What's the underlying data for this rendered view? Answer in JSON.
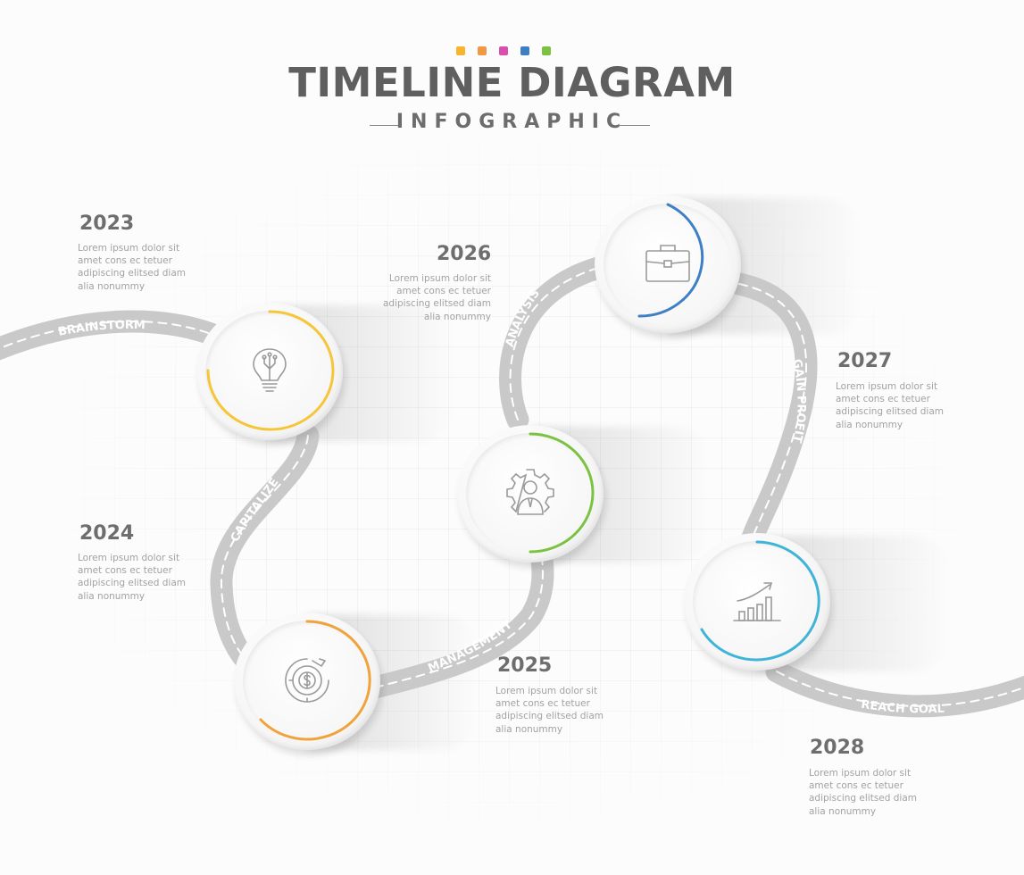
{
  "header": {
    "title": "TIMELINE DIAGRAM",
    "subtitle": "INFOGRAPHIC",
    "dot_colors": [
      "#f7b42c",
      "#ef9a43",
      "#d94fb0",
      "#3d7fc2",
      "#7cc242"
    ]
  },
  "road_labels": {
    "brainstorm": "BRAINSTORM",
    "capitalize": "CAPITALIZE",
    "management": "MANAGEMENT",
    "analysis": "ANALYSIS",
    "gain_profit": "GAIN PROFIT",
    "reach_goal": "REACH GOAL"
  },
  "milestones": [
    {
      "year": "2023",
      "text": "Lorem ipsum dolor sit\namet cons ec tetuer\nadipiscing elitsed diam\nalia nonummy",
      "icon": "lightbulb-icon",
      "color": "#f5c53a"
    },
    {
      "year": "2024",
      "text": "Lorem ipsum dolor sit\namet cons ec tetuer\nadipiscing elitsed diam\nalia nonummy",
      "icon": "dollar-chart-icon",
      "color": "#f0a33c"
    },
    {
      "year": "2025",
      "text": "Lorem ipsum dolor sit\namet cons ec tetuer\nadipiscing elitsed diam\nalia nonummy",
      "icon": "gear-person-icon",
      "color": "#7cc242"
    },
    {
      "year": "2026",
      "text": "Lorem ipsum dolor sit\namet cons ec tetuer\nadipiscing elitsed diam\nalia nonummy",
      "icon": "briefcase-icon",
      "color": "#3f7fc4"
    },
    {
      "year": "2027",
      "text": "Lorem ipsum dolor sit\namet cons ec tetuer\nadipiscing elitsed diam\nalia nonummy",
      "icon": "growth-chart-icon",
      "color": "#3fb4d8"
    },
    {
      "year": "2028",
      "text": "Lorem ipsum dolor sit\namet cons ec tetuer\nadipiscing elitsed diam\nalia nonummy"
    }
  ]
}
